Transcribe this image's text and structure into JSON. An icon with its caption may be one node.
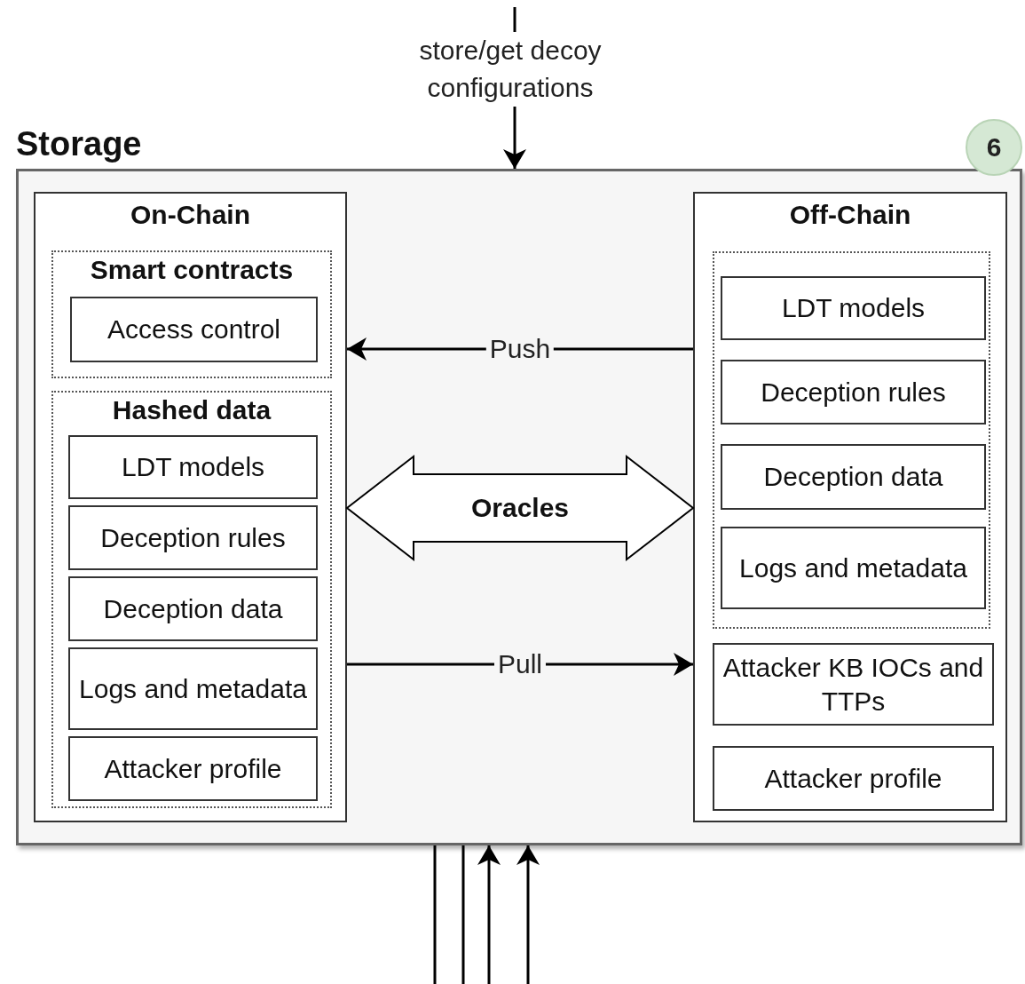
{
  "diagram": {
    "nodes": [
      {
        "text": [
          "Storage"
        ]
      },
      {
        "text": [
          "6"
        ]
      },
      {
        "text": [
          "On-Chain"
        ],
        "in": 0
      },
      {
        "text": [
          "Smart contracts"
        ],
        "in": 2
      },
      {
        "text": [
          "Access control"
        ],
        "in": 3
      },
      {
        "text": [
          "Hashed data"
        ],
        "in": 2
      },
      {
        "text": [
          "LDT models"
        ],
        "in": 5
      },
      {
        "text": [
          "Deception rules"
        ],
        "in": 5
      },
      {
        "text": [
          "Deception data"
        ],
        "in": 5
      },
      {
        "text": [
          "Logs and metadata"
        ],
        "in": 5
      },
      {
        "text": [
          "Attacker profile"
        ],
        "in": 5
      },
      {
        "text": [
          "Off-Chain"
        ],
        "in": 0
      },
      {
        "text": [],
        "shape": "box",
        "in": 11
      },
      {
        "text": [
          "LDT models"
        ],
        "in": 12
      },
      {
        "text": [
          "Deception rules"
        ],
        "in": 12
      },
      {
        "text": [
          "Deception data"
        ],
        "in": 12
      },
      {
        "text": [
          "Logs and metadata"
        ],
        "in": 12
      },
      {
        "text": [
          "Attacker KB IOCs and TTPs"
        ],
        "in": 11
      },
      {
        "text": [
          "Attacker profile"
        ],
        "in": 11
      }
    ],
    "edges": [
      {
        "from": null,
        "to": 0,
        "arrow": "to",
        "label": "store/get decoy configurations"
      },
      {
        "from": 11,
        "to": 2,
        "arrow": "to",
        "label": "Push"
      },
      {
        "from": 2,
        "to": 11,
        "arrow": "both",
        "label": "Oracles",
        "style": "thick"
      },
      {
        "from": 2,
        "to": 11,
        "arrow": "to",
        "label": "Pull"
      },
      {
        "from": null,
        "to": 0,
        "arrow": "none"
      },
      {
        "from": null,
        "to": 0,
        "arrow": "none"
      },
      {
        "from": null,
        "to": 0,
        "arrow": "to"
      },
      {
        "from": null,
        "to": 0,
        "arrow": "to"
      }
    ]
  }
}
